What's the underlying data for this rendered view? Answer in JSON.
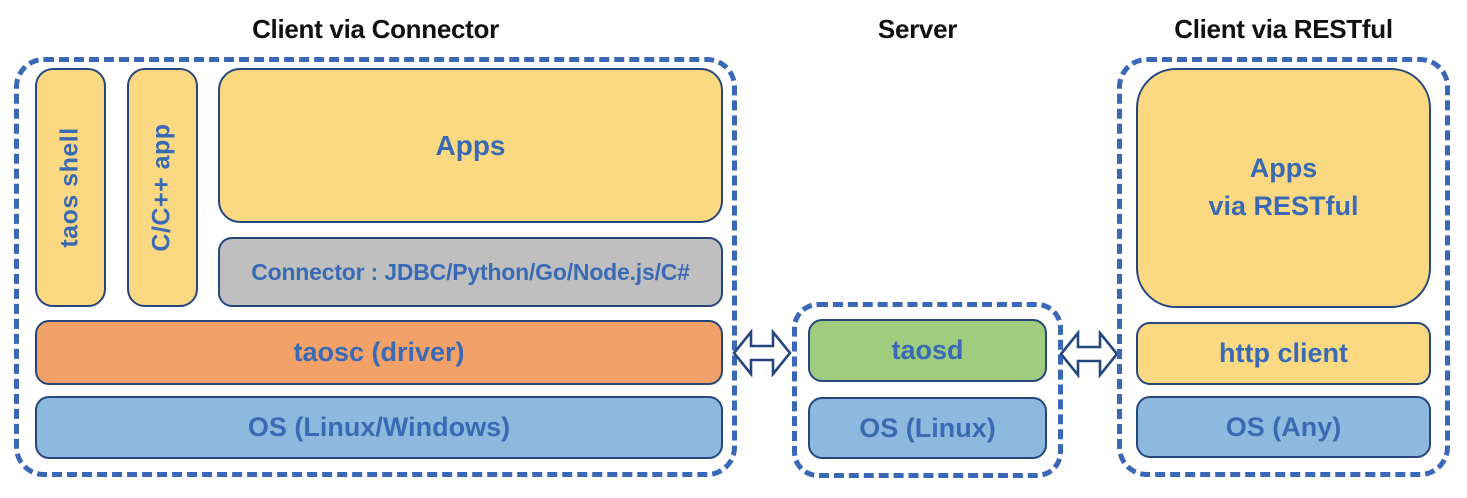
{
  "titles": {
    "left_section": "Client via Connector",
    "server_section": "Server",
    "right_section": "Client via RESTful"
  },
  "left_section": {
    "taos_shell": "taos shell",
    "cpp_app": "C/C++ app",
    "apps": "Apps",
    "connector": "Connector : JDBC/Python/Go/Node.js/C#",
    "taosc_driver": "taosc (driver)",
    "os": "OS (Linux/Windows)"
  },
  "server_section": {
    "taosd": "taosd",
    "os": "OS (Linux)"
  },
  "right_section": {
    "apps_via_restful": "Apps\nvia RESTful",
    "http_client": "http client",
    "os": "OS (Any)"
  },
  "icons": {
    "client_server_link": "double-headed-arrow",
    "server_rest_link": "double-headed-arrow"
  },
  "colors": {
    "app_yellow": "#FBD983",
    "driver_orange": "#F2A169",
    "os_blue": "#8EB9DF",
    "server_green": "#9FCC7E",
    "connector_gray": "#BFBFBF",
    "box_border_navy": "#26477E",
    "text_blue": "#3A6AB4",
    "dashed_border_blue": "#3A67B6",
    "title_black": "#111111"
  }
}
